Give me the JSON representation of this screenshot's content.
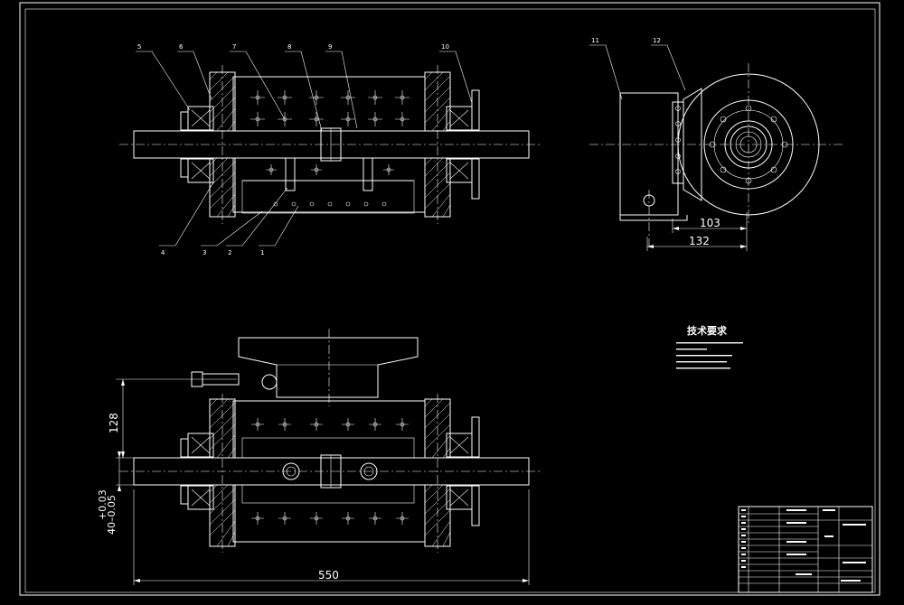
{
  "drawing": {
    "balloons": [
      "5",
      "6",
      "7",
      "8",
      "9",
      "10",
      "4",
      "3",
      "2",
      "1",
      "11",
      "12"
    ],
    "dimensions": {
      "end_view_inner": "103",
      "end_view_outer": "132",
      "plan_height": "128",
      "plan_tolerance": "+0.03",
      "plan_bore": "40–0.05",
      "plan_length": "550"
    },
    "technical_requirements": {
      "title": "技术要求"
    }
  }
}
